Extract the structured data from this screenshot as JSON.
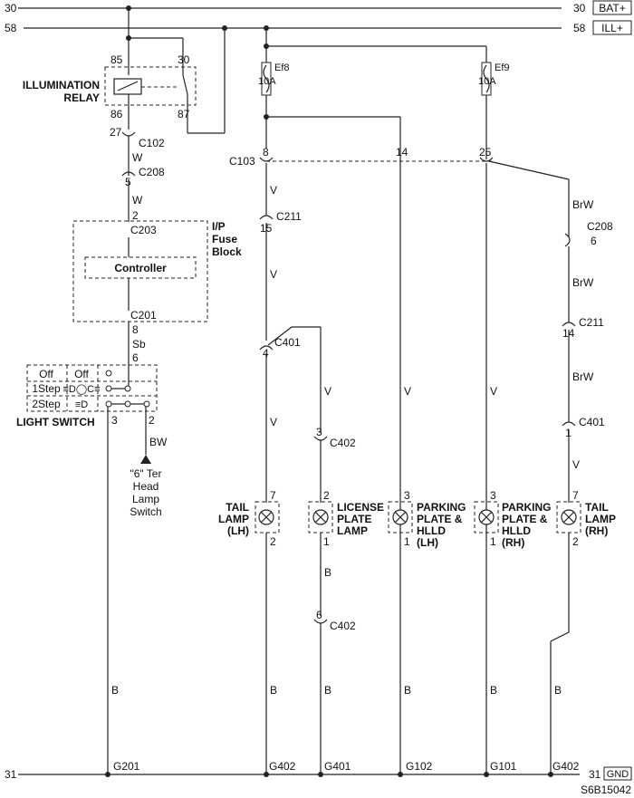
{
  "rails": {
    "bat": {
      "left": "30",
      "right": "30",
      "tag": "BAT+"
    },
    "ill": {
      "left": "58",
      "right": "58",
      "tag": "ILL+"
    },
    "gnd": {
      "left": "31",
      "right": "31",
      "tag": "GND"
    }
  },
  "relay": {
    "name_line1": "ILLUMINATION",
    "name_line2": "RELAY",
    "pin85": "85",
    "pin30": "30",
    "pin86": "86",
    "pin87": "87"
  },
  "fuses": {
    "ef8": {
      "name": "Ef8",
      "rating": "10A"
    },
    "ef9": {
      "name": "Ef9",
      "rating": "10A"
    }
  },
  "connectors": {
    "c102": {
      "name": "C102",
      "pin": "27"
    },
    "c208_left": {
      "name": "C208",
      "pin": "5"
    },
    "c103": {
      "name": "C103",
      "pin_a": "8",
      "pin_b": "14",
      "pin_c": "25"
    },
    "c211_left": {
      "name": "C211",
      "pin": "15"
    },
    "c401_left": {
      "name": "C401",
      "pin": "4"
    },
    "c402_top": {
      "name": "C402",
      "pin": "3"
    },
    "c402_bot": {
      "name": "C402",
      "pin": "6"
    },
    "c208_right": {
      "name": "C208",
      "pin": "6"
    },
    "c211_right": {
      "name": "C211",
      "pin": "14"
    },
    "c401_right": {
      "name": "C401",
      "pin": "1"
    }
  },
  "wire_colors": {
    "white": "W",
    "sky": "Sb",
    "violet": "V",
    "brown_white": "BrW",
    "black": "B",
    "black_white": "BW"
  },
  "fuse_block": {
    "title_line1": "I/P",
    "title_line2": "Fuse",
    "title_line3": "Block",
    "controller": "Controller",
    "c203": "C203",
    "c201": "C201",
    "pin2": "2",
    "pin8": "8",
    "pin6": "6"
  },
  "light_switch": {
    "name": "LIGHT SWITCH",
    "off1": "Off",
    "off2": "Off",
    "step1": "1Step",
    "step2": "2Step",
    "pin3": "3",
    "pin2": "2",
    "ter_line1": "\"6\" Ter",
    "ter_line2": "Head",
    "ter_line3": "Lamp",
    "ter_line4": "Switch"
  },
  "lamps": [
    {
      "line1": "TAIL",
      "line2": "LAMP",
      "line3": "(LH)",
      "top": "7",
      "bottom": "2"
    },
    {
      "line1": "LICENSE",
      "line2": "PLATE",
      "line3": "LAMP",
      "top": "2",
      "bottom": "1"
    },
    {
      "line1": "PARKING",
      "line2": "PLATE &",
      "line3": "HLLD",
      "line4": "(LH)",
      "top": "3",
      "bottom": "1"
    },
    {
      "line1": "PARKING",
      "line2": "PLATE &",
      "line3": "HLLD",
      "line4": "(RH)",
      "top": "3",
      "bottom": "1"
    },
    {
      "line1": "TAIL",
      "line2": "LAMP",
      "line3": "(RH)",
      "top": "7",
      "bottom": "2"
    }
  ],
  "grounds": {
    "g201": "G201",
    "g402a": "G402",
    "g401": "G401",
    "g102": "G102",
    "g101": "G101",
    "g402b": "G402"
  },
  "code": "S6B15042"
}
